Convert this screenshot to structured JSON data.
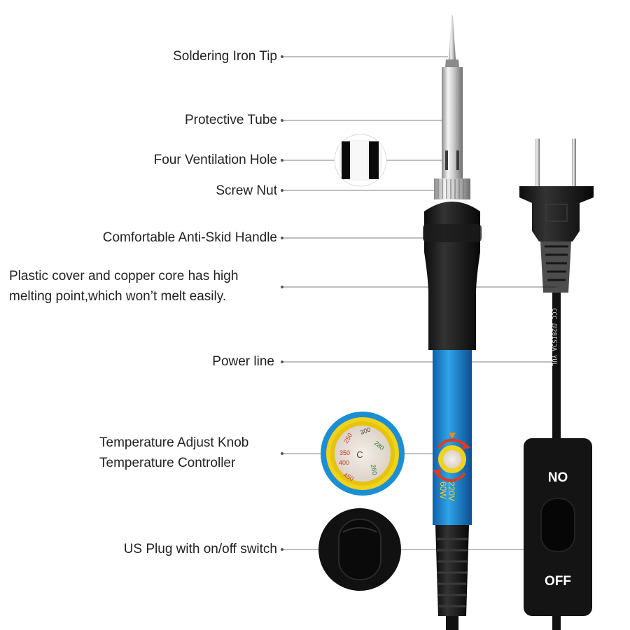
{
  "callouts": [
    {
      "id": "tip",
      "text": "Soldering Iron Tip"
    },
    {
      "id": "tube",
      "text": "Protective Tube"
    },
    {
      "id": "vent",
      "text": "Four Ventilation Hole"
    },
    {
      "id": "nut",
      "text": "Screw Nut"
    },
    {
      "id": "handle",
      "text": "Comfortable Anti-Skid Handle"
    },
    {
      "id": "plastic",
      "lines": [
        "Plastic cover and copper core has high",
        "melting point,which won’t melt easily."
      ]
    },
    {
      "id": "power",
      "text": "Power line"
    },
    {
      "id": "knob",
      "lines": [
        "Temperature Adjust Knob",
        "Temperature Controller"
      ]
    },
    {
      "id": "plug",
      "text": "US Plug with on/off switch"
    }
  ],
  "switch": {
    "on_label": "NO",
    "off_label": "OFF"
  },
  "iron_print": {
    "voltage": "220V",
    "wattage": "60W"
  },
  "knob_dial": {
    "marks": [
      "250",
      "300",
      "350",
      "400",
      "450",
      "280",
      "260"
    ]
  },
  "cord_print": "CCC  ⅅ28ISƆA  YUL",
  "colors": {
    "handle_blue": "#1e8fd6",
    "knob_yellow": "#f2d21b",
    "arrow_red": "#e03a1f",
    "rubber": "#1a1a1a"
  }
}
